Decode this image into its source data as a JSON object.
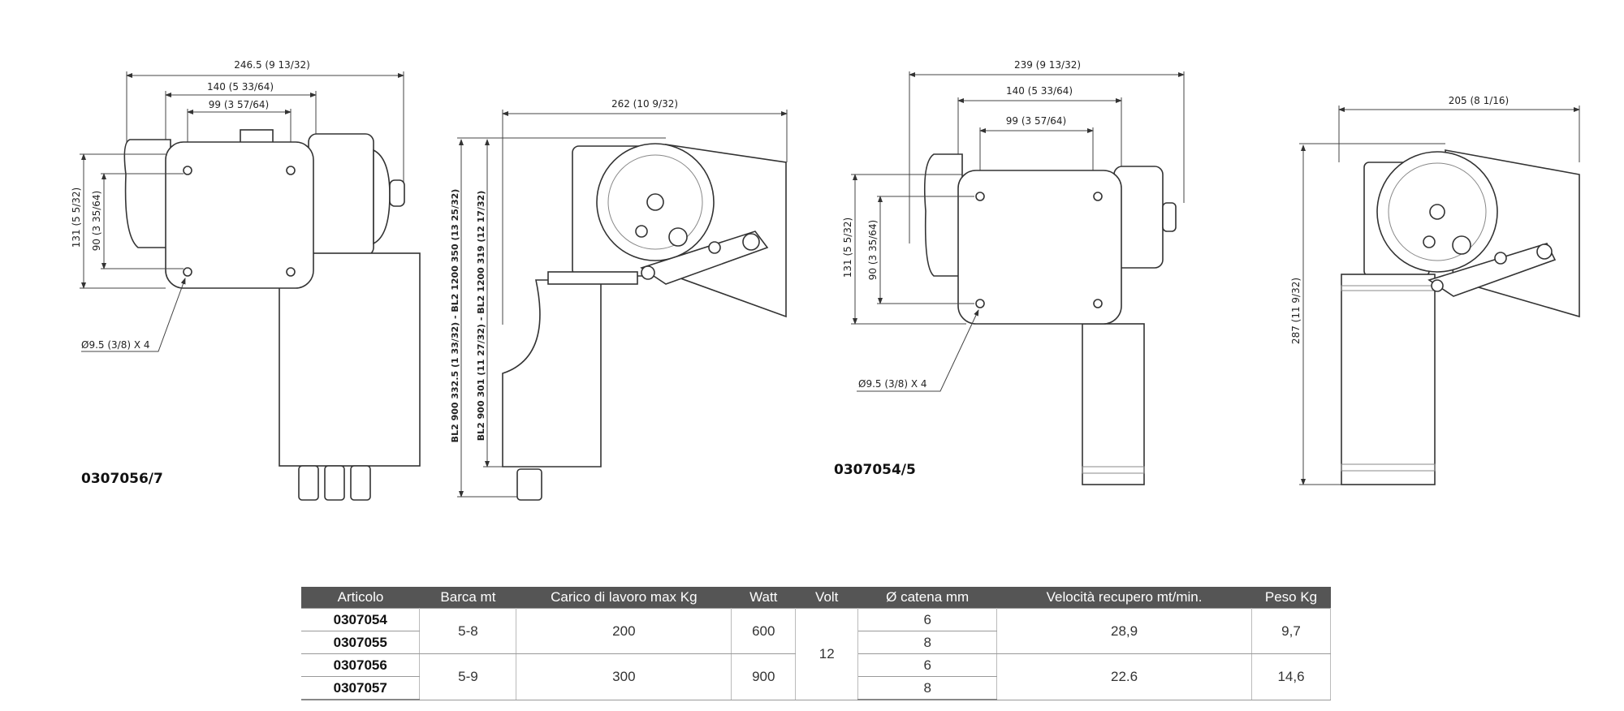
{
  "drawings": {
    "front_large": {
      "code": "0307056/7",
      "overall_width": "246.5 (9 13/32)",
      "plate_width": "140 (5 33/64)",
      "hole_spacing_x": "99 (3 57/64)",
      "plate_height": "131 (5 5/32)",
      "hole_spacing_y": "90 (3 35/64)",
      "hole_note": "Ø9.5 (3/8) X 4"
    },
    "side_large": {
      "width": "262 (10 9/32)",
      "height_outer": "BL2 900 332.5 (1 33/32) - BL2 1200 350 (13 25/32)",
      "height_inner": "BL2 900 301 (11 27/32) - BL2 1200 319 (12 17/32)"
    },
    "front_small": {
      "code": "0307054/5",
      "overall_width": "239 (9 13/32)",
      "plate_width": "140 (5 33/64)",
      "hole_spacing_x": "99 (3 57/64)",
      "plate_height": "131 (5 5/32)",
      "hole_spacing_y": "90 (3 35/64)",
      "hole_note": "Ø9.5 (3/8) X 4"
    },
    "side_small": {
      "width": "205 (8 1/16)",
      "height": "287 (11 9/32)"
    }
  },
  "table": {
    "headers": [
      "Articolo",
      "Barca mt",
      "Carico di lavoro max Kg",
      "Watt",
      "Volt",
      "Ø catena mm",
      "Velocità recupero mt/min.",
      "Peso Kg"
    ],
    "articles": [
      "0307054",
      "0307055",
      "0307056",
      "0307057"
    ],
    "groups": [
      {
        "barca": "5-8",
        "carico": "200",
        "watt": "600",
        "velocita": "28,9",
        "peso": "9,7"
      },
      {
        "barca": "5-9",
        "carico": "300",
        "watt": "900",
        "velocita": "22.6",
        "peso": "14,6"
      }
    ],
    "volt": "12",
    "catena": [
      "6",
      "8",
      "6",
      "8"
    ]
  }
}
